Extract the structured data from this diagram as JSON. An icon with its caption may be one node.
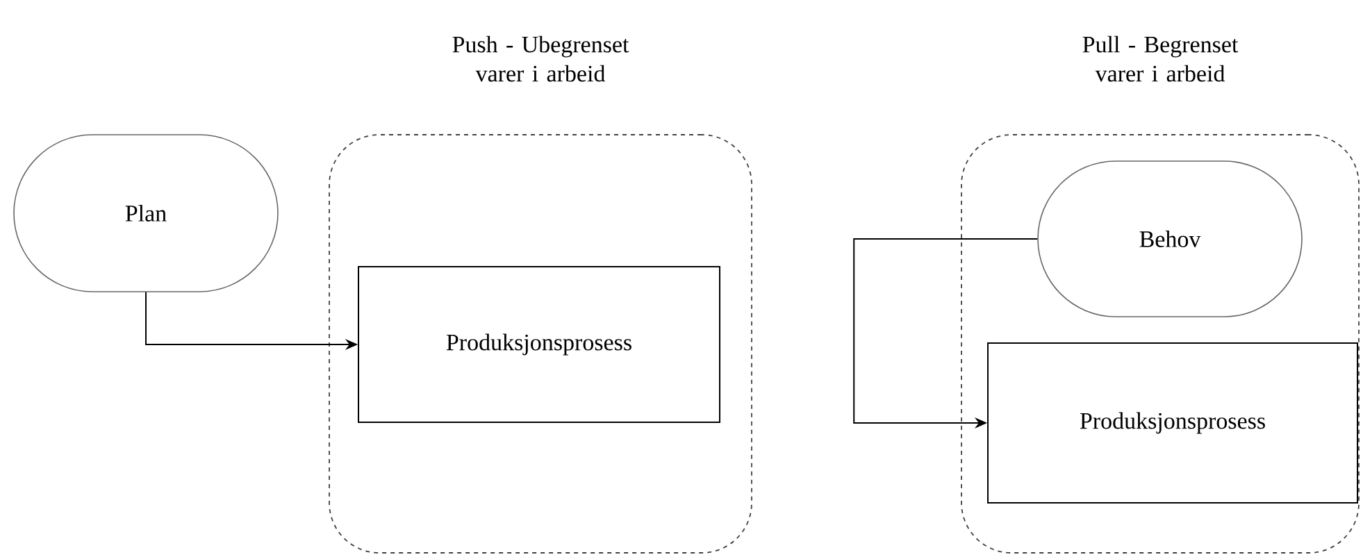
{
  "diagram": {
    "nodes": [
      {
        "text": [
          "Plan"
        ]
      },
      {
        "text": [
          "Push - Ubegrenset varer i arbeid"
        ]
      },
      {
        "text": [
          "Produksjonsprosess"
        ],
        "in": 1
      },
      {
        "text": [
          "Pull - Begrenset varer i arbeid"
        ]
      },
      {
        "text": [
          "Behov"
        ],
        "in": 3
      },
      {
        "text": [
          "Produksjonsprosess"
        ],
        "in": 3
      }
    ],
    "edges": [
      {
        "from": 0,
        "to": 2,
        "arrow": "to"
      },
      {
        "from": 4,
        "to": 5,
        "arrow": "to"
      }
    ]
  }
}
